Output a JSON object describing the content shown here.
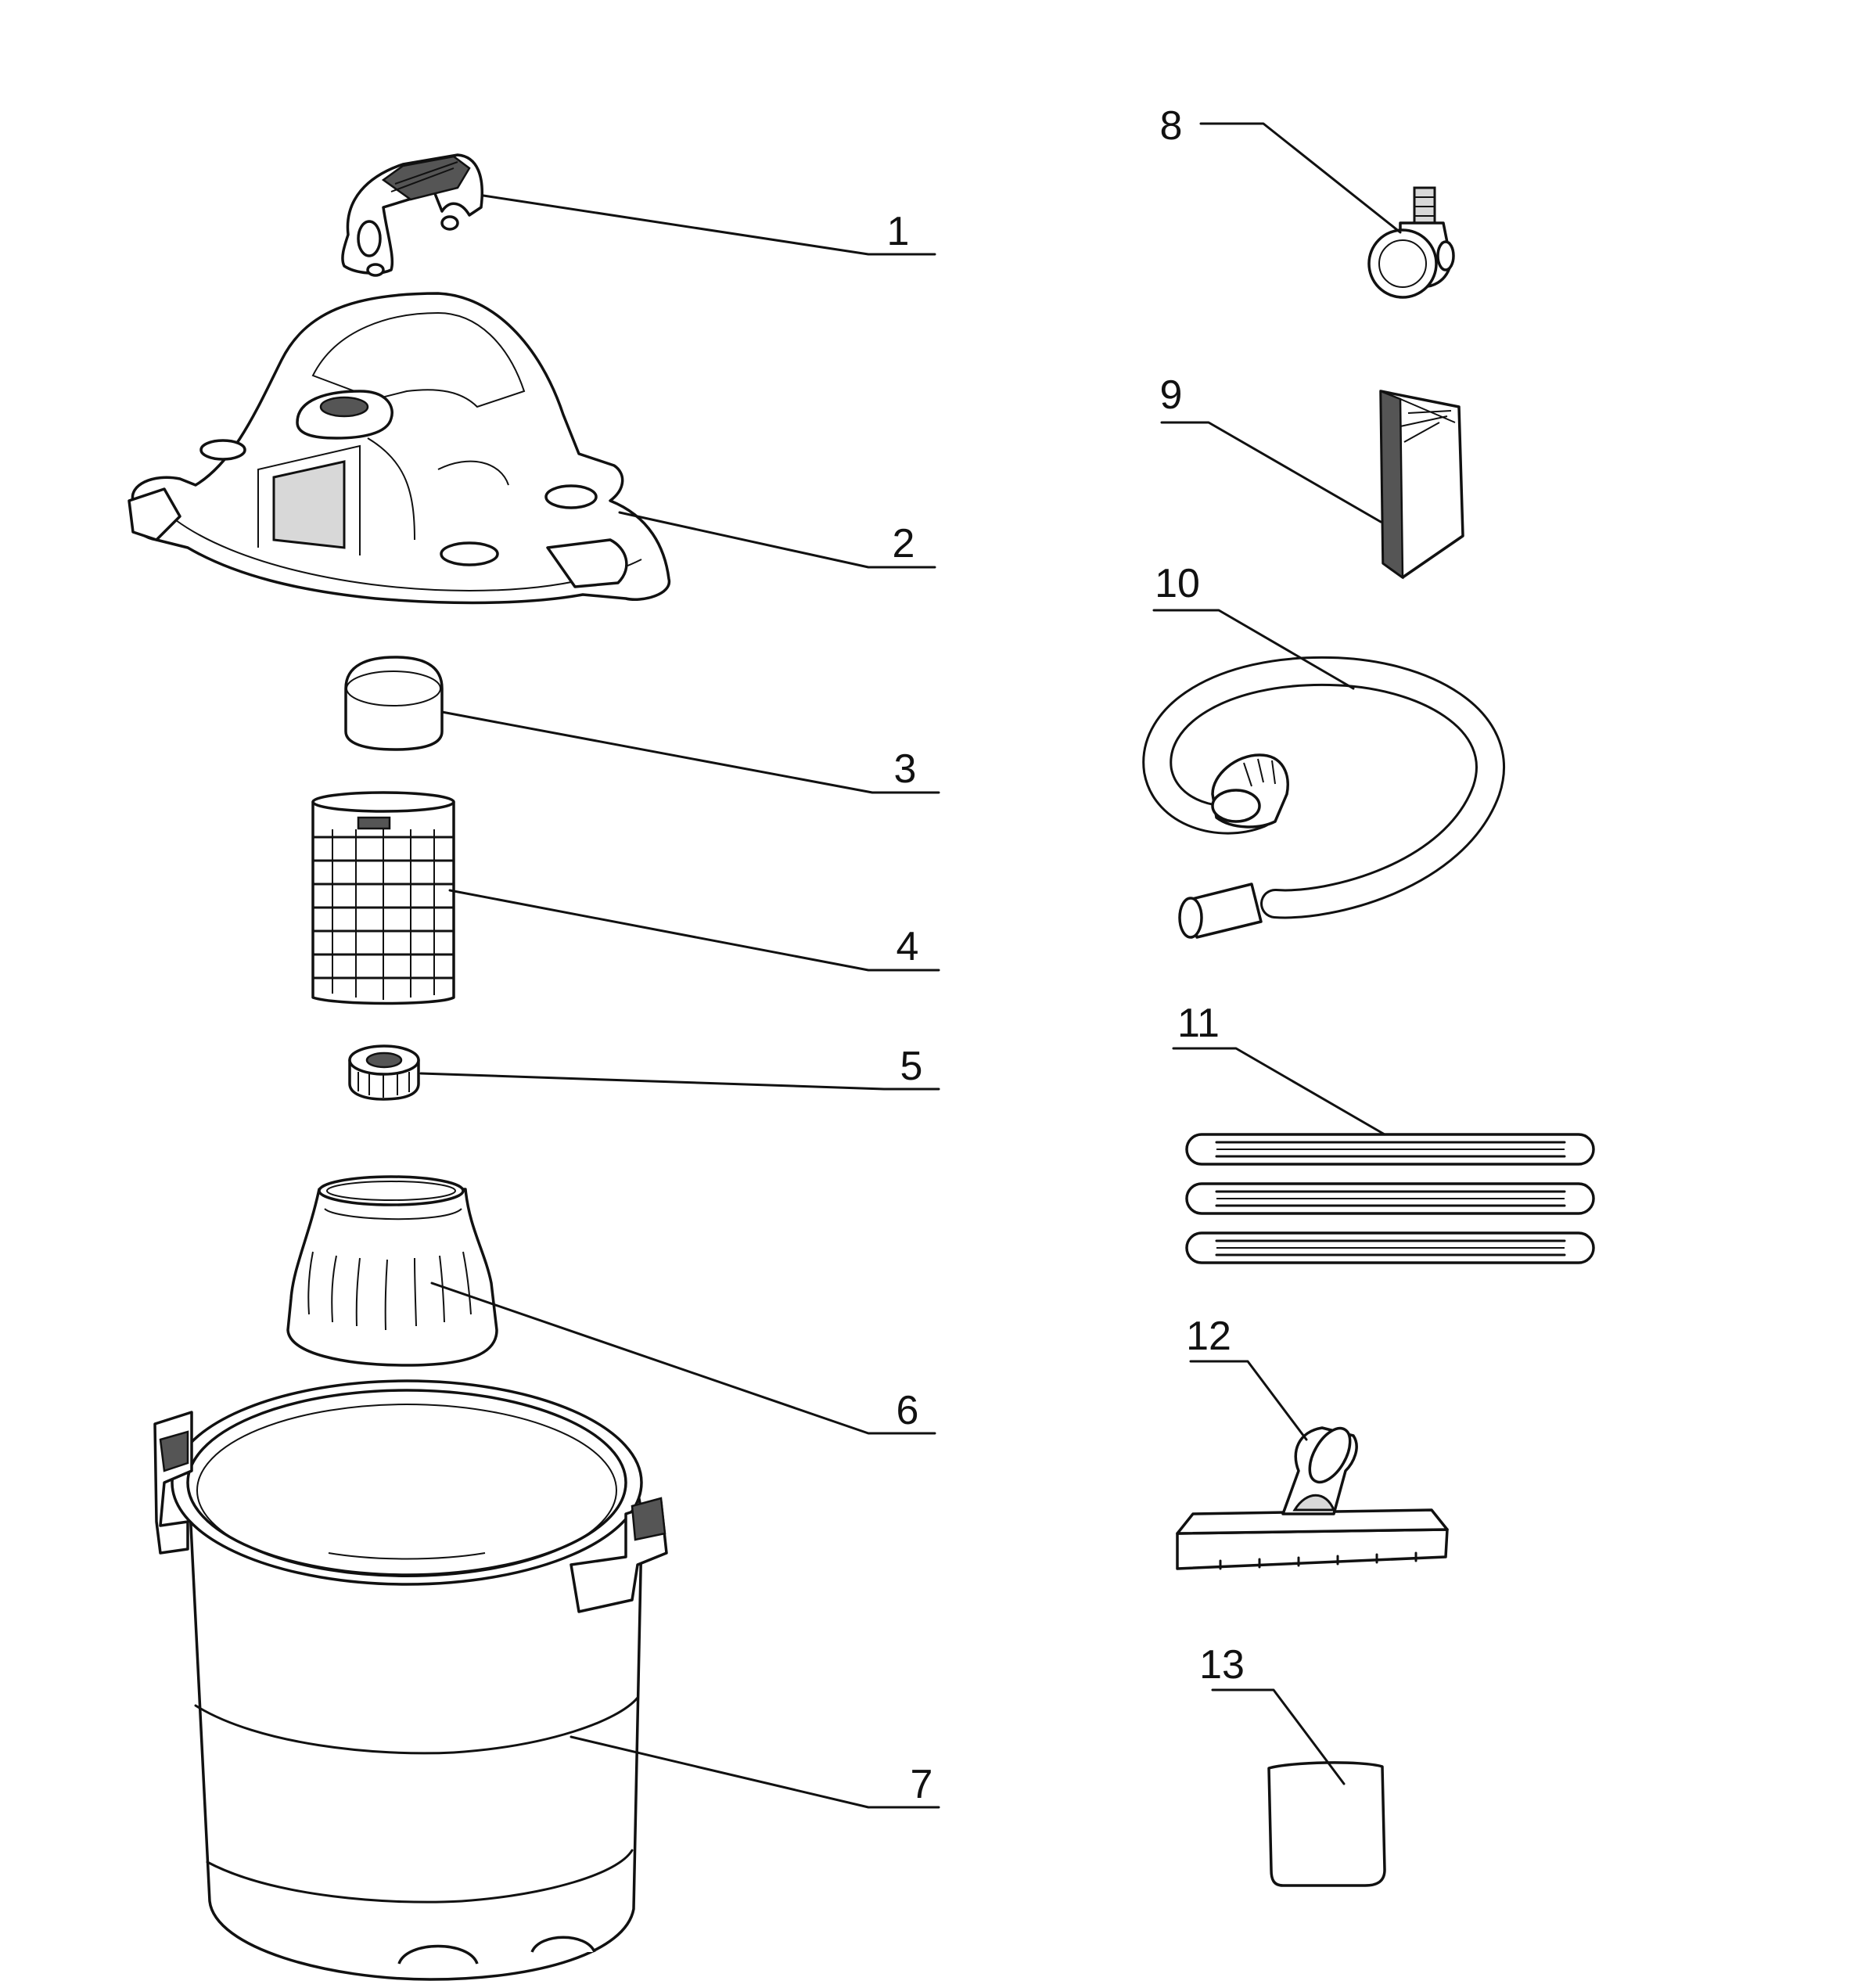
{
  "callouts": [
    {
      "number": "1",
      "part": "handle-icon"
    },
    {
      "number": "2",
      "part": "motor-head-icon"
    },
    {
      "number": "3",
      "part": "float-cage-cap-icon"
    },
    {
      "number": "4",
      "part": "filter-cage-icon"
    },
    {
      "number": "5",
      "part": "filter-nut-icon"
    },
    {
      "number": "6",
      "part": "cartridge-filter-icon"
    },
    {
      "number": "7",
      "part": "collection-tank-icon"
    },
    {
      "number": "8",
      "part": "caster-icon"
    },
    {
      "number": "9",
      "part": "crevice-tool-icon"
    },
    {
      "number": "10",
      "part": "hose-icon"
    },
    {
      "number": "11",
      "part": "extension-wands-icon"
    },
    {
      "number": "12",
      "part": "floor-nozzle-icon"
    },
    {
      "number": "13",
      "part": "filter-bag-icon"
    }
  ]
}
